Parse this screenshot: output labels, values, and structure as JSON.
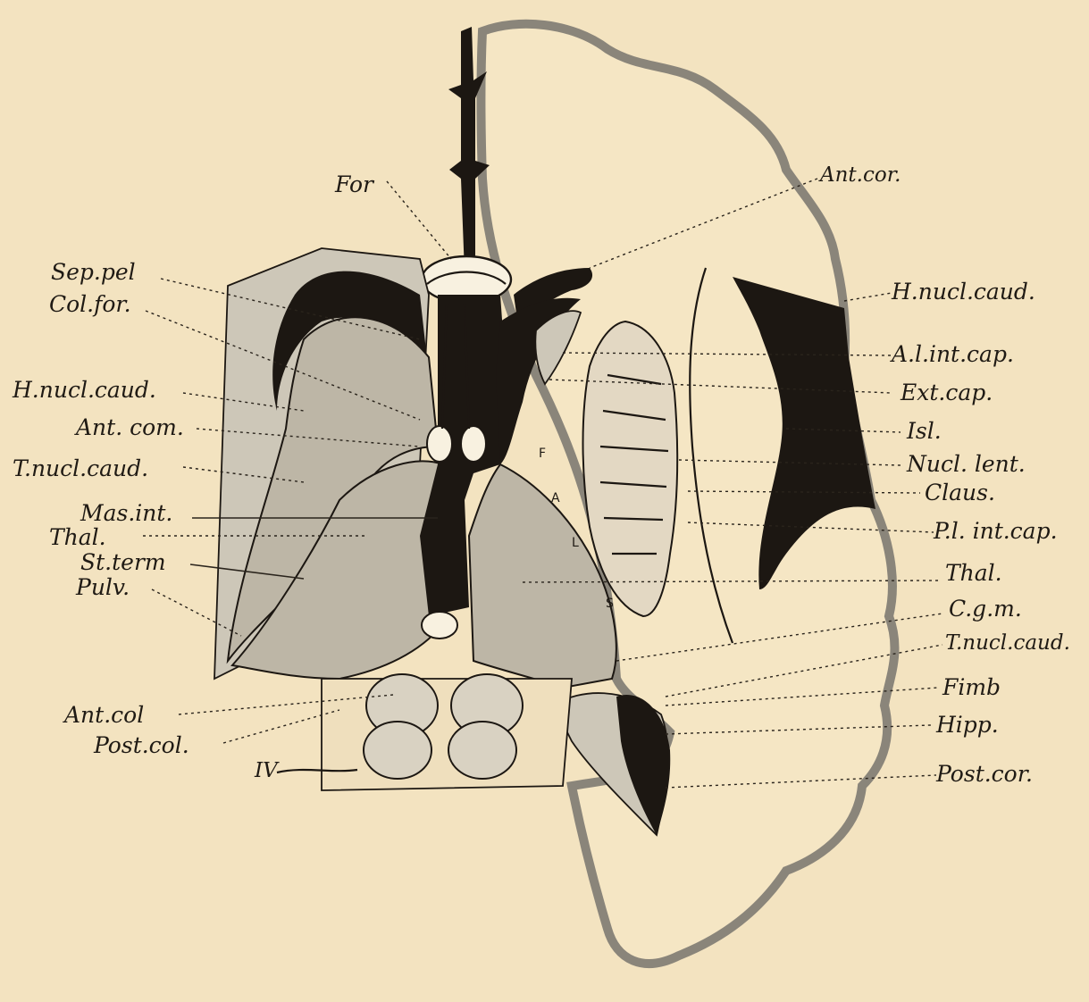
{
  "labels": {
    "for": "For",
    "ant_cor": "Ant.cor.",
    "sep_pel": "Sep.pel",
    "col_for": "Col.for.",
    "h_nucl_caud_left": "H.nucl.caud.",
    "ant_com": "Ant. com.",
    "t_nucl_caud_left": "T.nucl.caud.",
    "mas_int": "Mas.int.",
    "thal_left": "Thal.",
    "st_term": "St.term",
    "pulv": "Pulv.",
    "ant_col": "Ant.col",
    "post_col": "Post.col.",
    "iv": "IV",
    "h_nucl_caud_right": "H.nucl.caud.",
    "a_l_int_cap": "A.l.int.cap.",
    "ext_cap": "Ext.cap.",
    "isl": "Isl.",
    "nucl_lent": "Nucl. lent.",
    "claus": "Claus.",
    "p_l_int_cap": "P.l. int.cap.",
    "thal_right": "Thal.",
    "c_g_m": "C.g.m.",
    "t_nucl_caud_right": "T.nucl.caud.",
    "fimb": "Fimb",
    "hipp": "Hipp.",
    "post_cor": "Post.cor."
  },
  "inner_letters": {
    "f": "F",
    "a": "A",
    "l": "L",
    "s": "S"
  },
  "colors": {
    "paper": "#f3e3c0",
    "ink": "#1c1712",
    "grey_matter": "#bdb6a6",
    "cortex_border": "#8a857a"
  }
}
